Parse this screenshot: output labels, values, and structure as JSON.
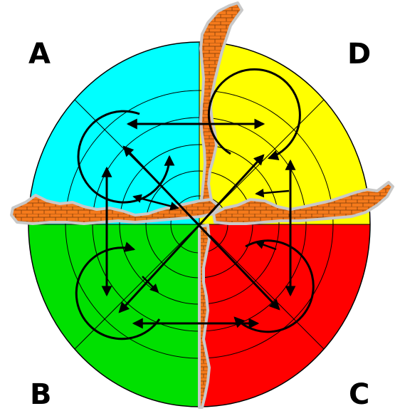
{
  "labels": {
    "top_left": "A",
    "bottom_left": "B",
    "bottom_right": "C",
    "top_right": "D"
  },
  "quadrant_colors": {
    "A": "#00ffff",
    "B": "#00e000",
    "C": "#ff0000",
    "D": "#ffff00"
  },
  "wall_colors": {
    "brick": "#f57a1c",
    "mortar": "#c8c8c8",
    "outline": "#000000"
  },
  "arrow_color": "#000000"
}
